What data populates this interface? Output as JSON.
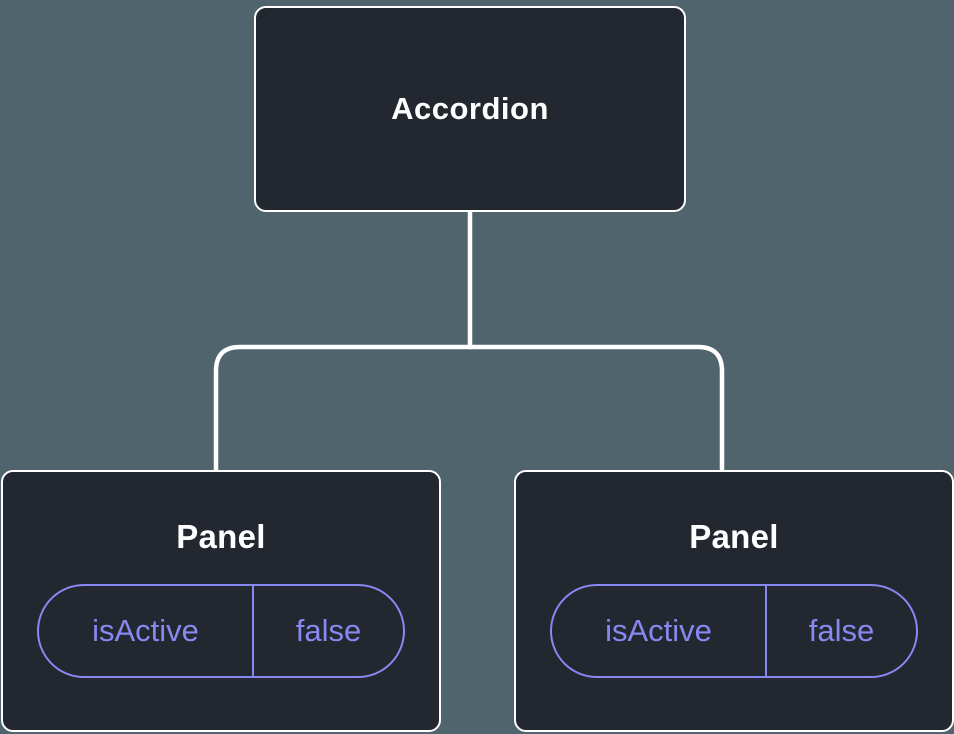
{
  "diagram": {
    "root": {
      "label": "Accordion"
    },
    "panels": [
      {
        "title": "Panel",
        "state": {
          "key": "isActive",
          "value": "false"
        }
      },
      {
        "title": "Panel",
        "state": {
          "key": "isActive",
          "value": "false"
        }
      }
    ]
  },
  "colors": {
    "background": "#50646e",
    "node-bg": "#23272f",
    "node-border": "#ffffff",
    "connector": "#ffffff",
    "accent": "#8888f2",
    "text": "#ffffff"
  }
}
